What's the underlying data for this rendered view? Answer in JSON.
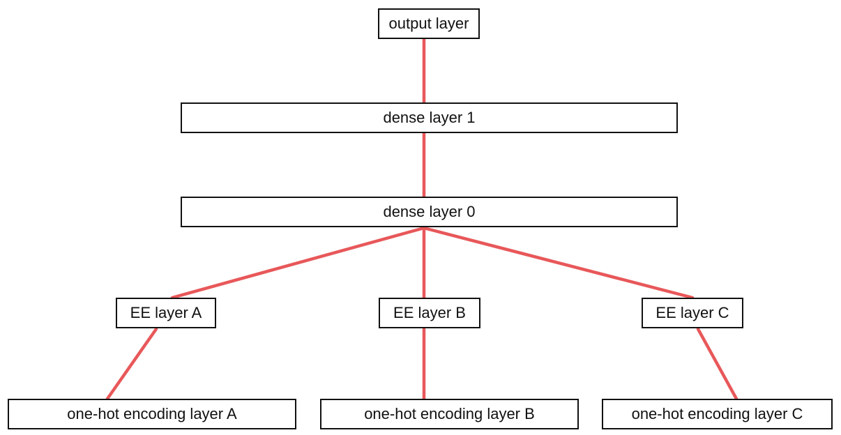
{
  "colors": {
    "edge": "#e8585a",
    "node_border": "#111111",
    "node_fill": "#ffffff",
    "text": "#111111"
  },
  "nodes": {
    "output_layer": "output layer",
    "dense_layer_1": "dense layer 1",
    "dense_layer_0": "dense layer 0",
    "ee_layer_a": "EE layer A",
    "ee_layer_b": "EE layer B",
    "ee_layer_c": "EE layer C",
    "one_hot_a": "one-hot encoding layer A",
    "one_hot_b": "one-hot encoding layer B",
    "one_hot_c": "one-hot encoding layer C"
  },
  "edges": [
    {
      "from": "output_layer",
      "to": "dense_layer_1"
    },
    {
      "from": "dense_layer_1",
      "to": "dense_layer_0"
    },
    {
      "from": "dense_layer_0",
      "to": "ee_layer_a"
    },
    {
      "from": "dense_layer_0",
      "to": "ee_layer_b"
    },
    {
      "from": "dense_layer_0",
      "to": "ee_layer_c"
    },
    {
      "from": "ee_layer_a",
      "to": "one_hot_a"
    },
    {
      "from": "ee_layer_b",
      "to": "one_hot_b"
    },
    {
      "from": "ee_layer_c",
      "to": "one_hot_c"
    }
  ]
}
